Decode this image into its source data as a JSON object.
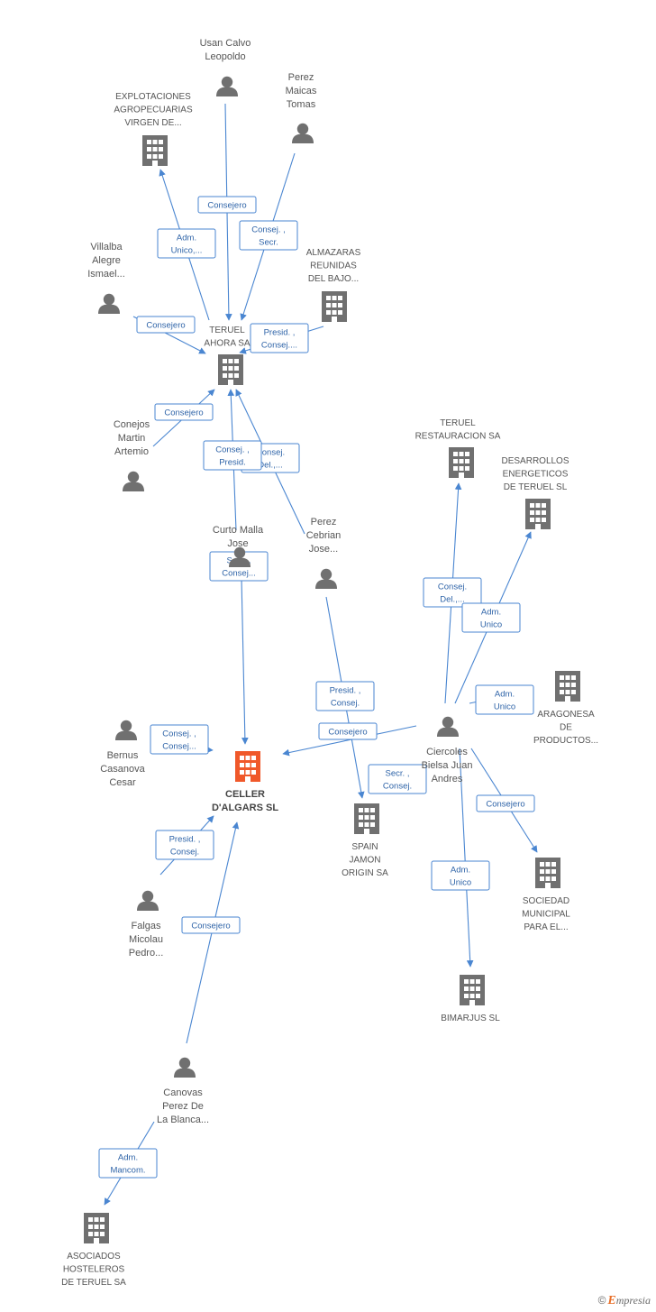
{
  "colors": {
    "edge": "#4a86d1",
    "edge_text": "#2f64a8",
    "icon": "#707070",
    "focus": "#f0582a"
  },
  "nodes": [
    {
      "id": "teruel_ahora",
      "kind": "company",
      "lines": [
        "TERUEL",
        "AHORA SA"
      ]
    },
    {
      "id": "celler",
      "kind": "focus",
      "lines": [
        "CELLER",
        "D'ALGARS SL"
      ]
    },
    {
      "id": "explotaciones",
      "kind": "company",
      "lines": [
        "EXPLOTACIONES",
        "AGROPECUARIAS",
        "VIRGEN DE..."
      ]
    },
    {
      "id": "usan",
      "kind": "person",
      "lines": [
        "Usan Calvo",
        "Leopoldo"
      ]
    },
    {
      "id": "perez_maicas",
      "kind": "person",
      "lines": [
        "Perez",
        "Maicas",
        "Tomas"
      ]
    },
    {
      "id": "almazaras",
      "kind": "company",
      "lines": [
        "ALMAZARAS",
        "REUNIDAS",
        "DEL BAJO..."
      ]
    },
    {
      "id": "villalba",
      "kind": "person",
      "lines": [
        "Villalba",
        "Alegre",
        "Ismael..."
      ]
    },
    {
      "id": "conejos",
      "kind": "person",
      "lines": [
        "Conejos",
        "Martin",
        "Artemio"
      ]
    },
    {
      "id": "curto",
      "kind": "person",
      "lines": [
        "Curto Malla",
        "Jose"
      ]
    },
    {
      "id": "perez_cebrian",
      "kind": "person",
      "lines": [
        "Perez",
        "Cebrian",
        "Jose..."
      ]
    },
    {
      "id": "teruel_rest",
      "kind": "company",
      "lines": [
        "TERUEL",
        "RESTAURACION SA"
      ]
    },
    {
      "id": "desarrollos",
      "kind": "company",
      "lines": [
        "DESARROLLOS",
        "ENERGETICOS",
        "DE TERUEL SL"
      ]
    },
    {
      "id": "aragonesa",
      "kind": "company",
      "lines": [
        "ARAGONESA",
        "DE",
        "PRODUCTOS..."
      ]
    },
    {
      "id": "ciercoles",
      "kind": "person",
      "lines": [
        "Ciercoles",
        "Bielsa Juan",
        "Andres"
      ]
    },
    {
      "id": "bernus",
      "kind": "person",
      "lines": [
        "Bernus",
        "Casanova",
        "Cesar"
      ]
    },
    {
      "id": "spain_jamon",
      "kind": "company",
      "lines": [
        "SPAIN",
        "JAMON",
        "ORIGIN SA"
      ]
    },
    {
      "id": "sociedad",
      "kind": "company",
      "lines": [
        "SOCIEDAD",
        "MUNICIPAL",
        "PARA EL..."
      ]
    },
    {
      "id": "falgas",
      "kind": "person",
      "lines": [
        "Falgas",
        "Micolau",
        "Pedro..."
      ]
    },
    {
      "id": "bimarjus",
      "kind": "company",
      "lines": [
        "BIMARJUS SL"
      ]
    },
    {
      "id": "canovas",
      "kind": "person",
      "lines": [
        "Canovas",
        "Perez De",
        "La Blanca..."
      ]
    },
    {
      "id": "asociados",
      "kind": "company",
      "lines": [
        "ASOCIADOS",
        "HOSTELEROS",
        "DE TERUEL SA"
      ]
    }
  ],
  "edges": [
    {
      "from": "usan",
      "to": "teruel_ahora",
      "label": [
        "Consejero"
      ]
    },
    {
      "from": "perez_maicas",
      "to": "teruel_ahora",
      "label": [
        "Consej. ,",
        "Secr."
      ]
    },
    {
      "from": "teruel_ahora",
      "to": "explotaciones",
      "label": [
        "Adm.",
        "Unico,..."
      ]
    },
    {
      "from": "villalba",
      "to": "teruel_ahora",
      "label": [
        "Consejero"
      ]
    },
    {
      "from": "almazaras",
      "to": "teruel_ahora",
      "label": [
        "Presid. ,",
        "Consej...."
      ]
    },
    {
      "from": "conejos",
      "to": "teruel_ahora",
      "label": [
        "Consejero"
      ]
    },
    {
      "from": "perez_cebrian",
      "to": "teruel_ahora",
      "label": [
        "Consej.",
        "Del.,..."
      ]
    },
    {
      "from": "curto",
      "to": "teruel_ahora",
      "label": [
        "Consej. ,",
        "Presid."
      ]
    },
    {
      "from": "curto",
      "to": "celler",
      "label": [
        "Secr. ,",
        "Consej..."
      ]
    },
    {
      "from": "ciercoles",
      "to": "teruel_rest",
      "label": [
        "Consej.",
        "Del.,..."
      ]
    },
    {
      "from": "ciercoles",
      "to": "desarrollos",
      "label": [
        "Adm.",
        "Unico"
      ]
    },
    {
      "from": "ciercoles",
      "to": "aragonesa",
      "label": [
        "Adm.",
        "Unico"
      ]
    },
    {
      "from": "ciercoles",
      "to": "celler",
      "label": [
        "Consejero"
      ]
    },
    {
      "from": "perez_cebrian",
      "to": "spain_jamon",
      "label": [
        "Presid. ,",
        "Consej."
      ]
    },
    {
      "from": "ciercoles",
      "to": "spain_jamon",
      "label": [
        "Secr. ,",
        "Consej."
      ]
    },
    {
      "from": "ciercoles",
      "to": "sociedad",
      "label": [
        "Consejero"
      ]
    },
    {
      "from": "ciercoles",
      "to": "bimarjus",
      "label": [
        "Adm.",
        "Unico"
      ]
    },
    {
      "from": "bernus",
      "to": "celler",
      "label": [
        "Consej. ,",
        "Consej..."
      ]
    },
    {
      "from": "falgas",
      "to": "celler",
      "label": [
        "Presid. ,",
        "Consej."
      ]
    },
    {
      "from": "canovas",
      "to": "celler",
      "label": [
        "Consejero"
      ]
    },
    {
      "from": "canovas",
      "to": "asociados",
      "label": [
        "Adm.",
        "Mancom."
      ]
    }
  ],
  "footer": {
    "copyright": "©",
    "brand_initial": "E",
    "brand_rest": "mpresia"
  }
}
